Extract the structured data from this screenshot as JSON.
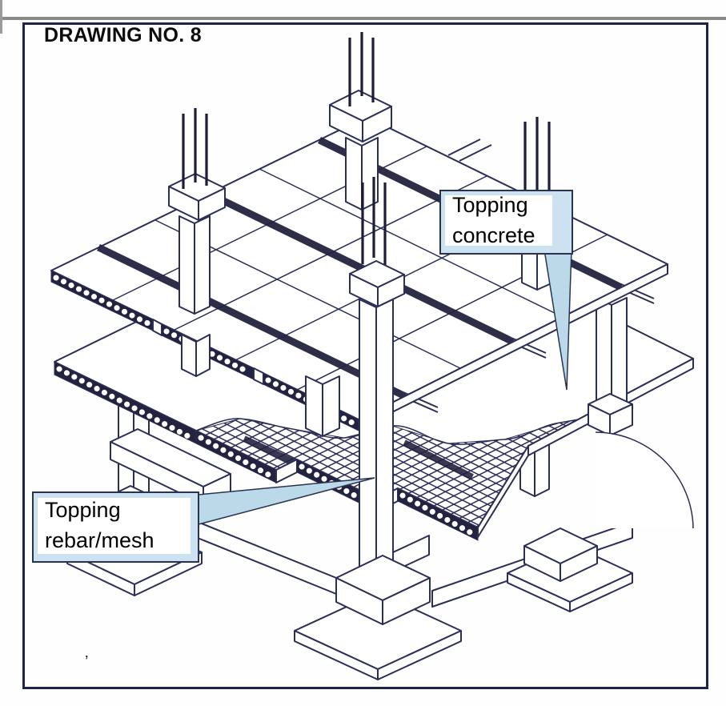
{
  "page": {
    "title": "DRAWING NO. 8",
    "footnote_mark": "’"
  },
  "callouts": {
    "topping_concrete": {
      "label": "Topping concrete"
    },
    "topping_rebar": {
      "label": "Topping rebar/mesh"
    }
  },
  "drawing": {
    "description_elements": [
      "precast hollow-core planks",
      "topping concrete plane",
      "topping rebar mesh",
      "columns with dowel rebar",
      "corbels",
      "tie beams",
      "spread footings"
    ],
    "colors": {
      "line": "#2b2e55",
      "hatch_fill": "#23233f",
      "callout_fill": "#cde2f1",
      "callout_inner": "#ffffff",
      "callout_border": "#28344f",
      "wedge_fill": "#bcd9ea",
      "frame": "#1e2347",
      "top_rule": "#8a8a8a"
    }
  }
}
